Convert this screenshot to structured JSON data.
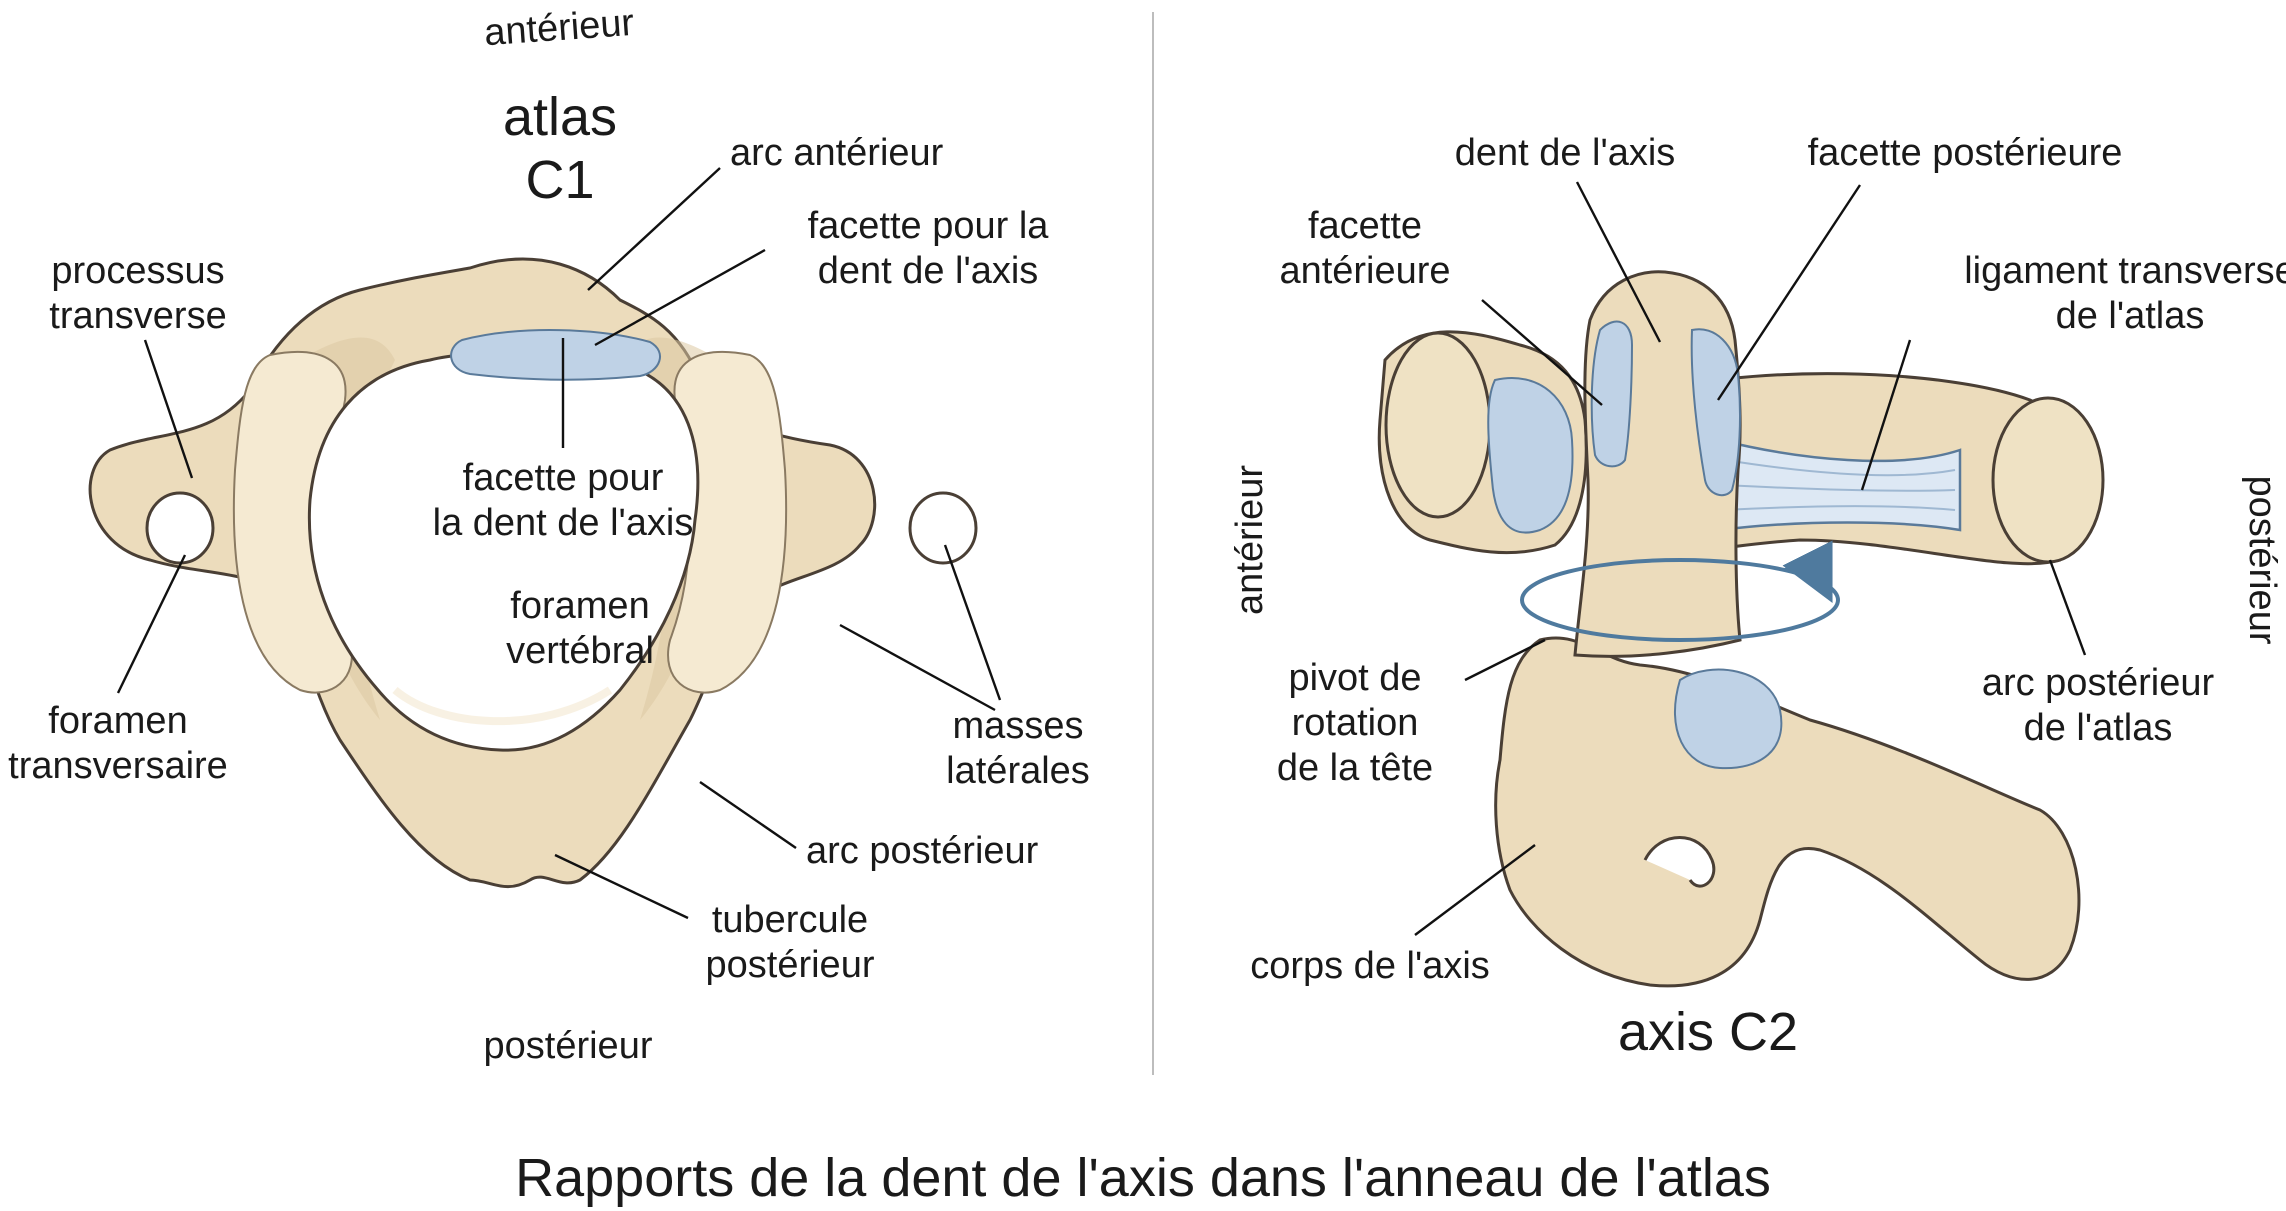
{
  "left": {
    "top_label": "antérieur",
    "title_line1": "atlas",
    "title_line2": "C1",
    "bottom_label": "postérieur",
    "labels": {
      "arc_anterieur": "arc antérieur",
      "facette_dent_top_1": "facette pour la",
      "facette_dent_top_2": "dent de l'axis",
      "processus_1": "processus",
      "processus_2": "transverse",
      "facette_dent_mid_1": "facette pour",
      "facette_dent_mid_2": "la dent de l'axis",
      "foramen_vert_1": "foramen",
      "foramen_vert_2": "vertébral",
      "foramen_transv_1": "foramen",
      "foramen_transv_2": "transversaire",
      "masses_1": "masses",
      "masses_2": "latérales",
      "arc_posterieur": "arc postérieur",
      "tubercule_1": "tubercule",
      "tubercule_2": "postérieur"
    }
  },
  "right": {
    "title": "axis C2",
    "side_left": "antérieur",
    "side_right": "postérieur",
    "labels": {
      "dent": "dent de l'axis",
      "facette_post": "facette postérieure",
      "facette_ant_1": "facette",
      "facette_ant_2": "antérieure",
      "ligament_1": "ligament transverse",
      "ligament_2": "de l'atlas",
      "pivot_1": "pivot de",
      "pivot_2": "rotation",
      "pivot_3": "de la tête",
      "arc_post_1": "arc postérieur",
      "arc_post_2": "de l'atlas",
      "corps": "corps de l'axis"
    }
  },
  "caption": "Rapports de la dent de l'axis dans l'anneau de l'atlas",
  "colors": {
    "bone": "#ecdcbc",
    "facet": "#bfd2e6",
    "outline": "#4a3f35"
  }
}
